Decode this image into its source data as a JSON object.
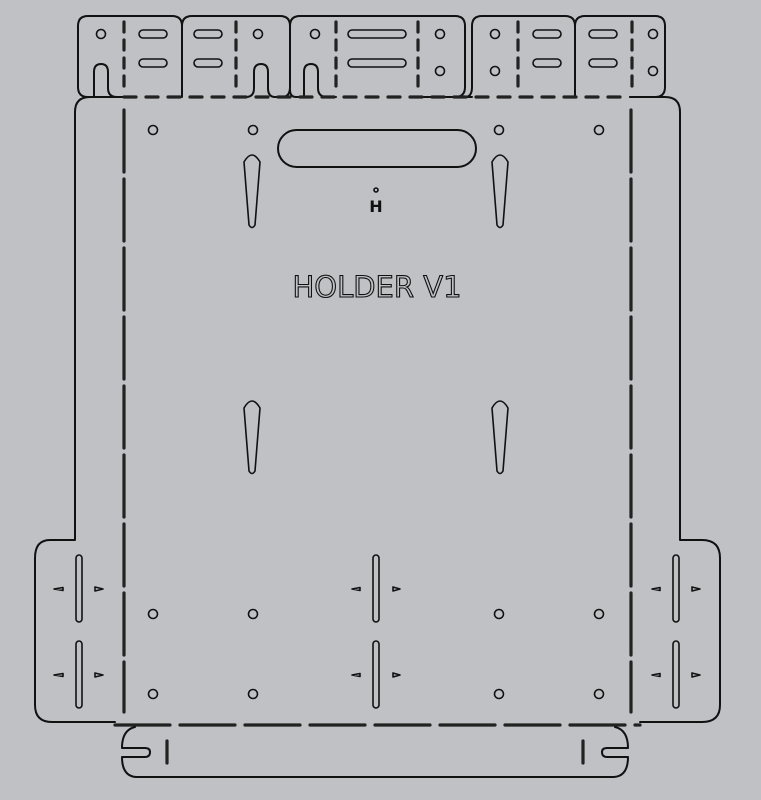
{
  "drawing": {
    "background": "#c0c1c5",
    "line_color": "#111111",
    "main_label": "HOLDER V1",
    "marker_label": "H"
  },
  "parts": {
    "top_tabs": [
      "tab-1",
      "tab-2",
      "tab-3",
      "tab-4",
      "tab-5"
    ],
    "main_panel": "main-panel",
    "bottom_strip": "bottom-strip",
    "left_flap": "left-flap",
    "right_flap": "right-flap"
  }
}
